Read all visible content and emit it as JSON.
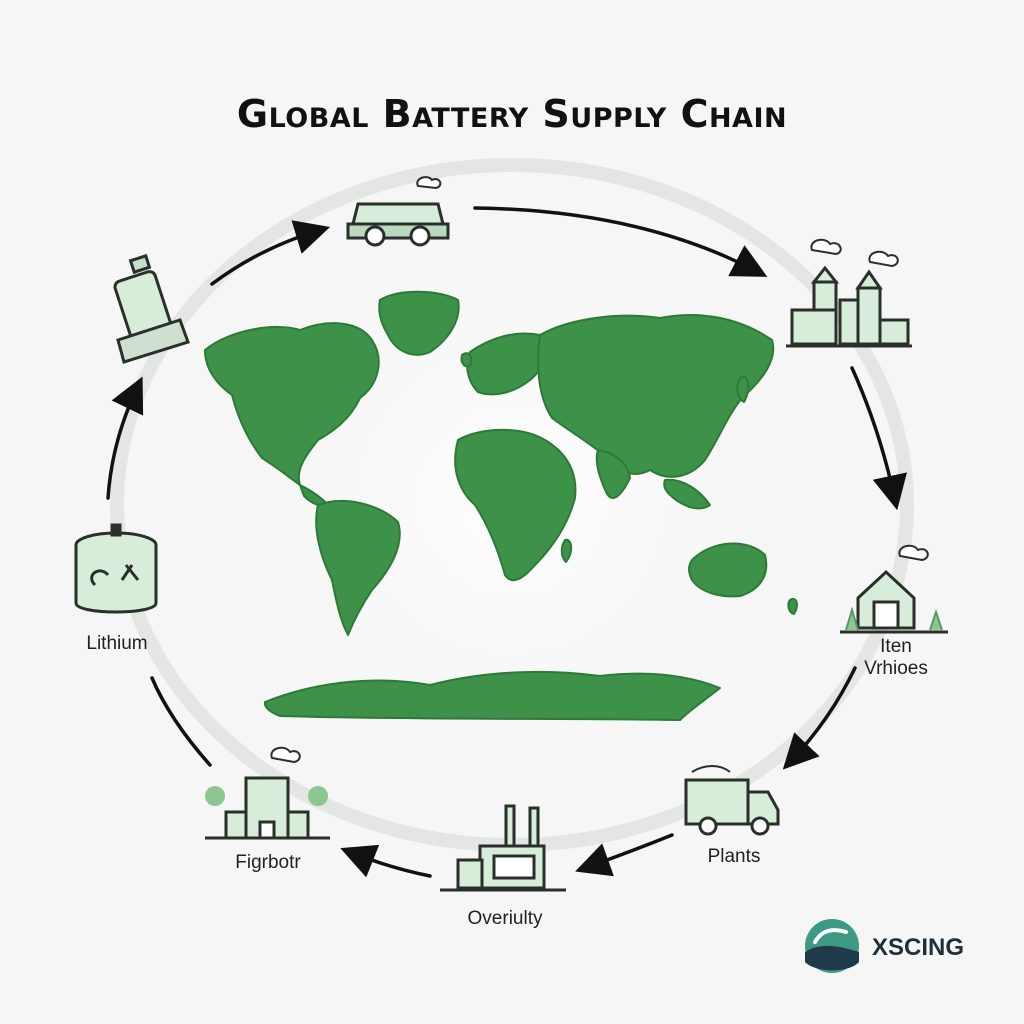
{
  "title": "Global Battery Supply Chain",
  "stages": [
    {
      "label": "Lithium",
      "icon": "mining-barrel-icon"
    },
    {
      "label": "",
      "icon": "battery-cell-icon"
    },
    {
      "label": "",
      "icon": "transport-truck-icon"
    },
    {
      "label": "",
      "icon": "factory-town-icon"
    },
    {
      "label": "Iten\nVrhioes",
      "icon": "warehouse-icon"
    },
    {
      "label": "Plants",
      "icon": "delivery-truck-icon"
    },
    {
      "label": "Overiulty",
      "icon": "factory-icon"
    },
    {
      "label": "Figrbotr",
      "icon": "office-building-icon"
    }
  ],
  "brand": {
    "name": "XSCING",
    "logo": "wave-logo-icon"
  },
  "colors": {
    "map_green": "#3d9148",
    "icon_fill": "#cfe8d2",
    "outline": "#2a2f2c"
  }
}
